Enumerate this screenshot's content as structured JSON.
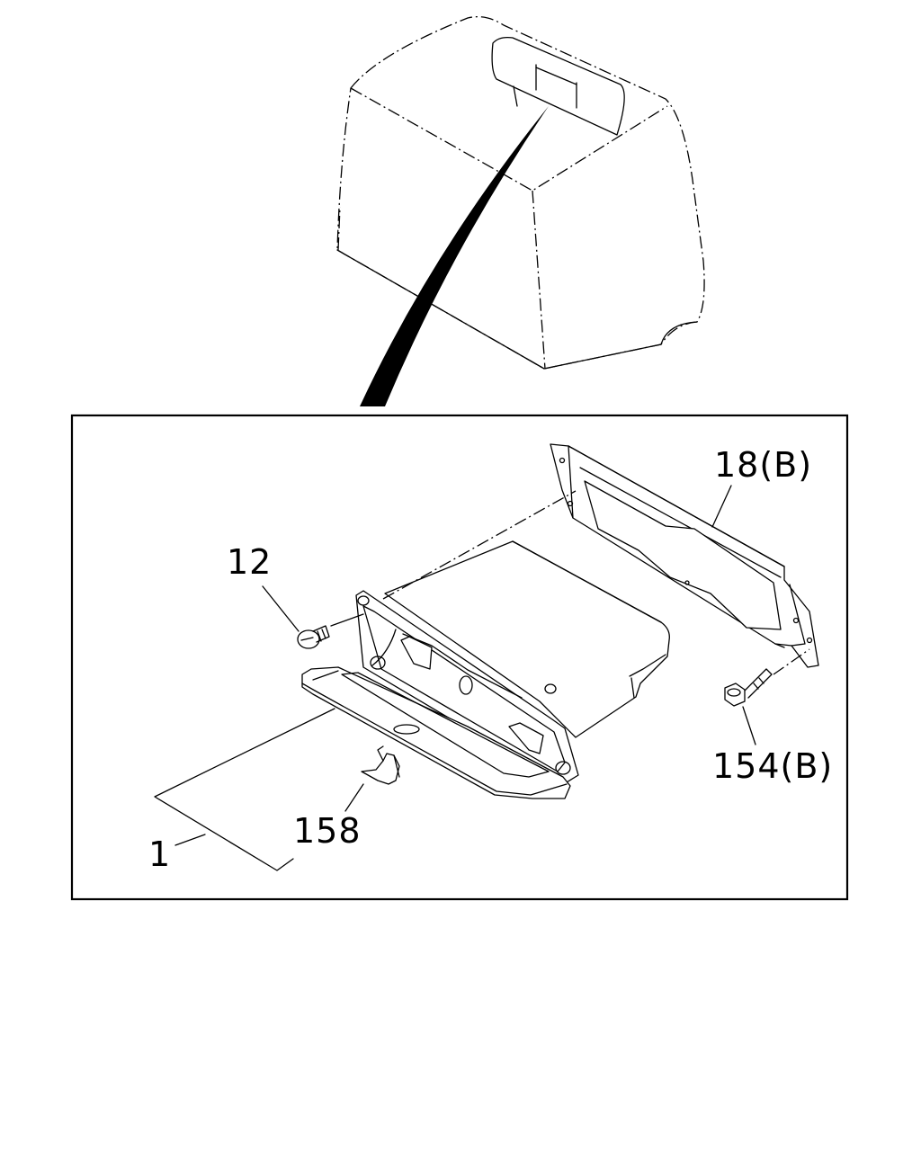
{
  "callouts": {
    "c18": "18(B)",
    "c12": "12",
    "c154": "154(B)",
    "c158": "158",
    "c1": "1"
  }
}
